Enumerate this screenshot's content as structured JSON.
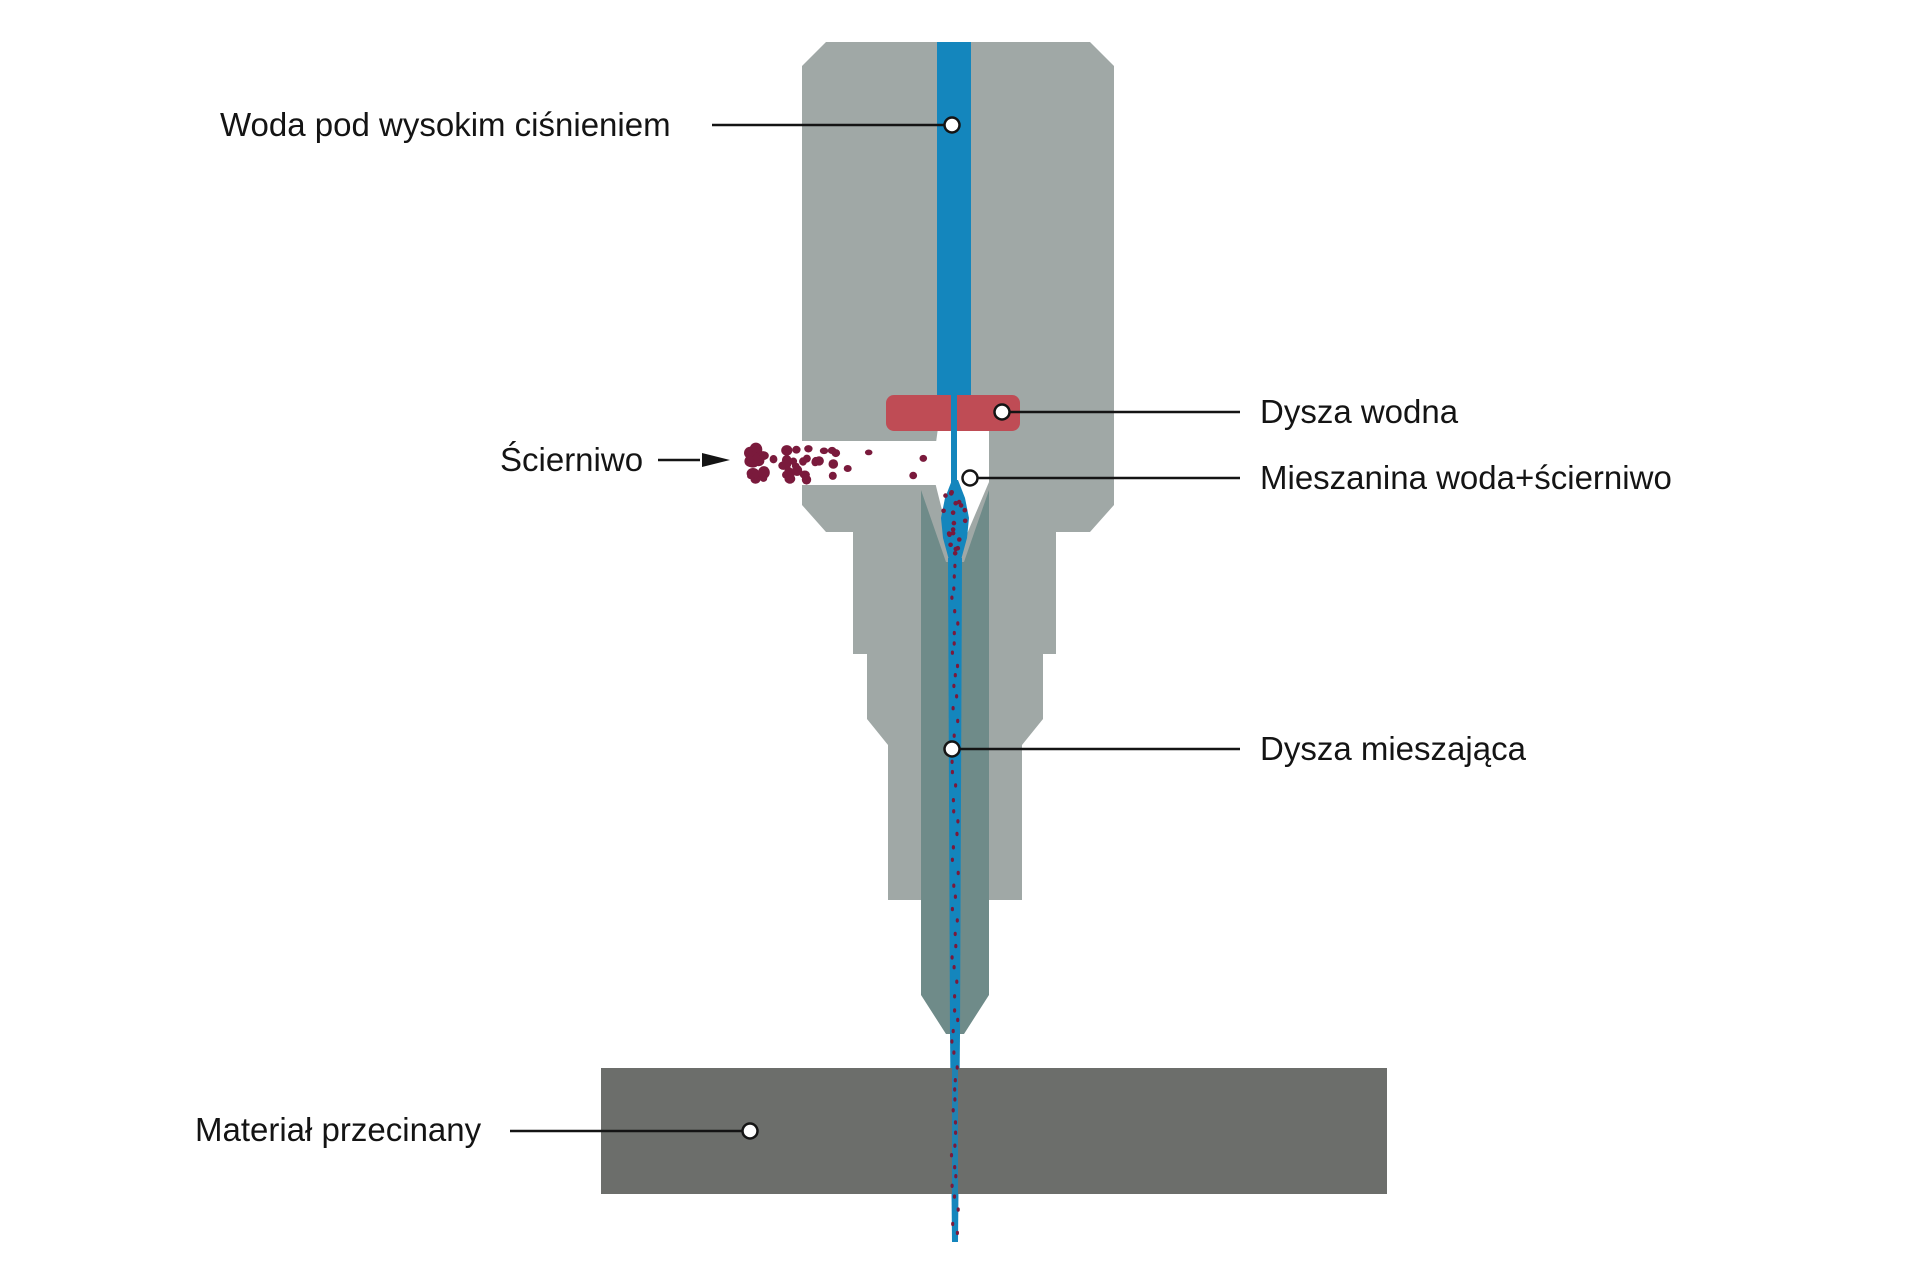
{
  "labels": {
    "high_pressure_water": "Woda pod wysokim ciśnieniem",
    "abrasive": "Ścierniwo",
    "water_nozzle": "Dysza wodna",
    "mixture": "Mieszanina woda+ścierniwo",
    "mixing_nozzle": "Dysza mieszająca",
    "cut_material": "Materiał przecinany"
  },
  "colors": {
    "body": "#a0a8a6",
    "mixing_tube": "#6f8b89",
    "water": "#1486bd",
    "abrasive_particles": "#7a1a3c",
    "water_nozzle": "#bf4c55",
    "material": "#6c6e6b",
    "leader": "#141414"
  }
}
